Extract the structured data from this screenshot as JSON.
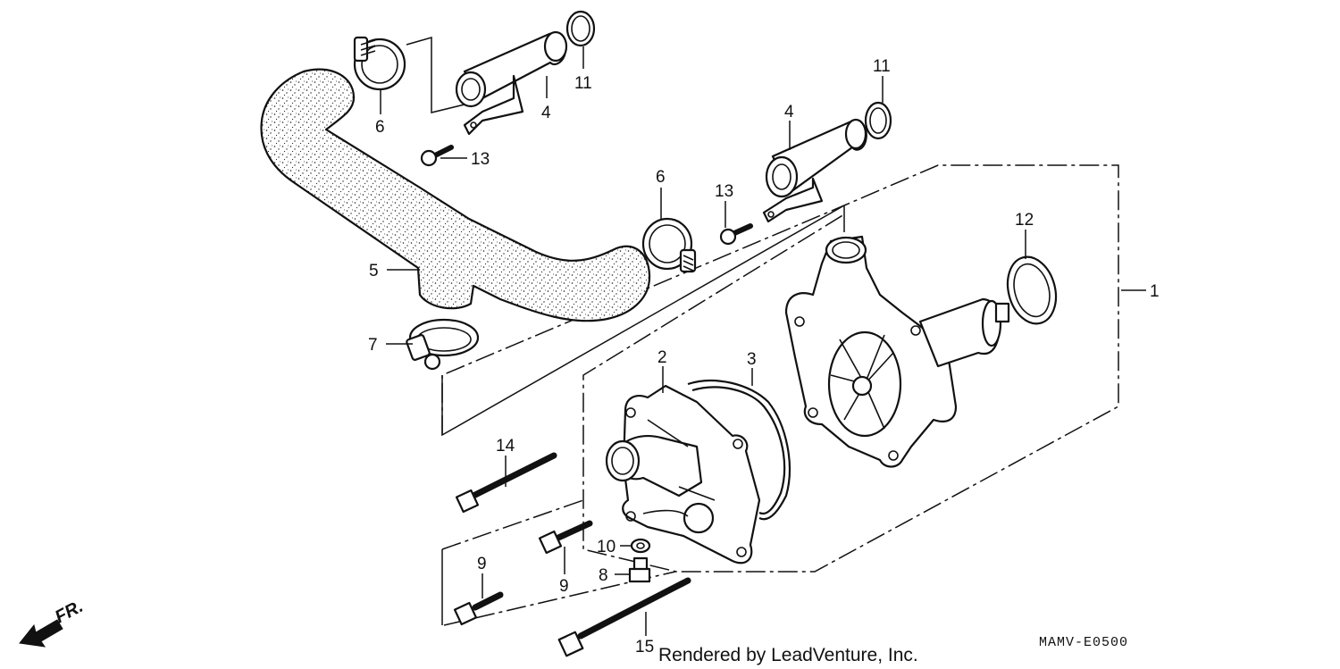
{
  "diagram": {
    "callouts": {
      "c1": "1",
      "c2": "2",
      "c3": "3",
      "c4a": "4",
      "c4b": "4",
      "c5": "5",
      "c6a": "6",
      "c6b": "6",
      "c7": "7",
      "c8": "8",
      "c9a": "9",
      "c9b": "9",
      "c10": "10",
      "c11a": "11",
      "c11b": "11",
      "c12": "12",
      "c13a": "13",
      "c13b": "13",
      "c14": "14",
      "c15": "15"
    },
    "front_marker": "FR.",
    "diagram_code": "MAMV-E0500",
    "credit": "Rendered by LeadVenture, Inc."
  },
  "icons": {
    "front_arrow": "front-direction-arrow-icon"
  }
}
